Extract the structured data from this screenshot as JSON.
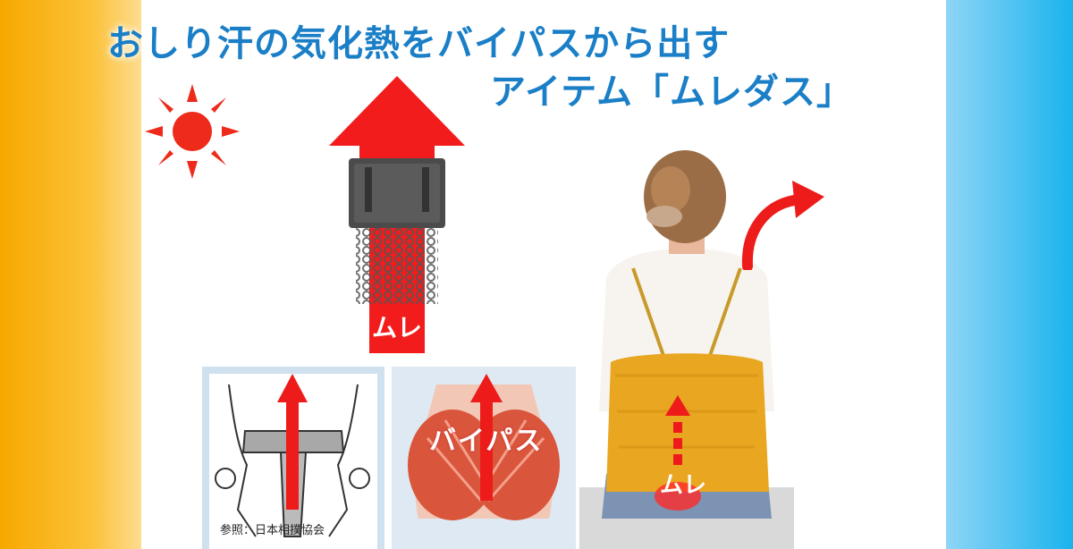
{
  "title": {
    "line1": "おしり汗の気化熱をバイパスから出す",
    "line2": "アイテム「ムレダス」"
  },
  "labels": {
    "mure_product": "ムレ",
    "bypass": "バイパス",
    "mure_person": "ムレ",
    "reference": "参照：日本相撲協会"
  },
  "icons": [
    "sun-icon",
    "up-arrow-icon",
    "curved-arrow-icon"
  ],
  "colors": {
    "title": "#1a7fc7",
    "arrow": "#ee1b1b",
    "left_gradient": "#f7a800",
    "right_gradient": "#1ab3ee",
    "cushion": "#e8a621"
  }
}
